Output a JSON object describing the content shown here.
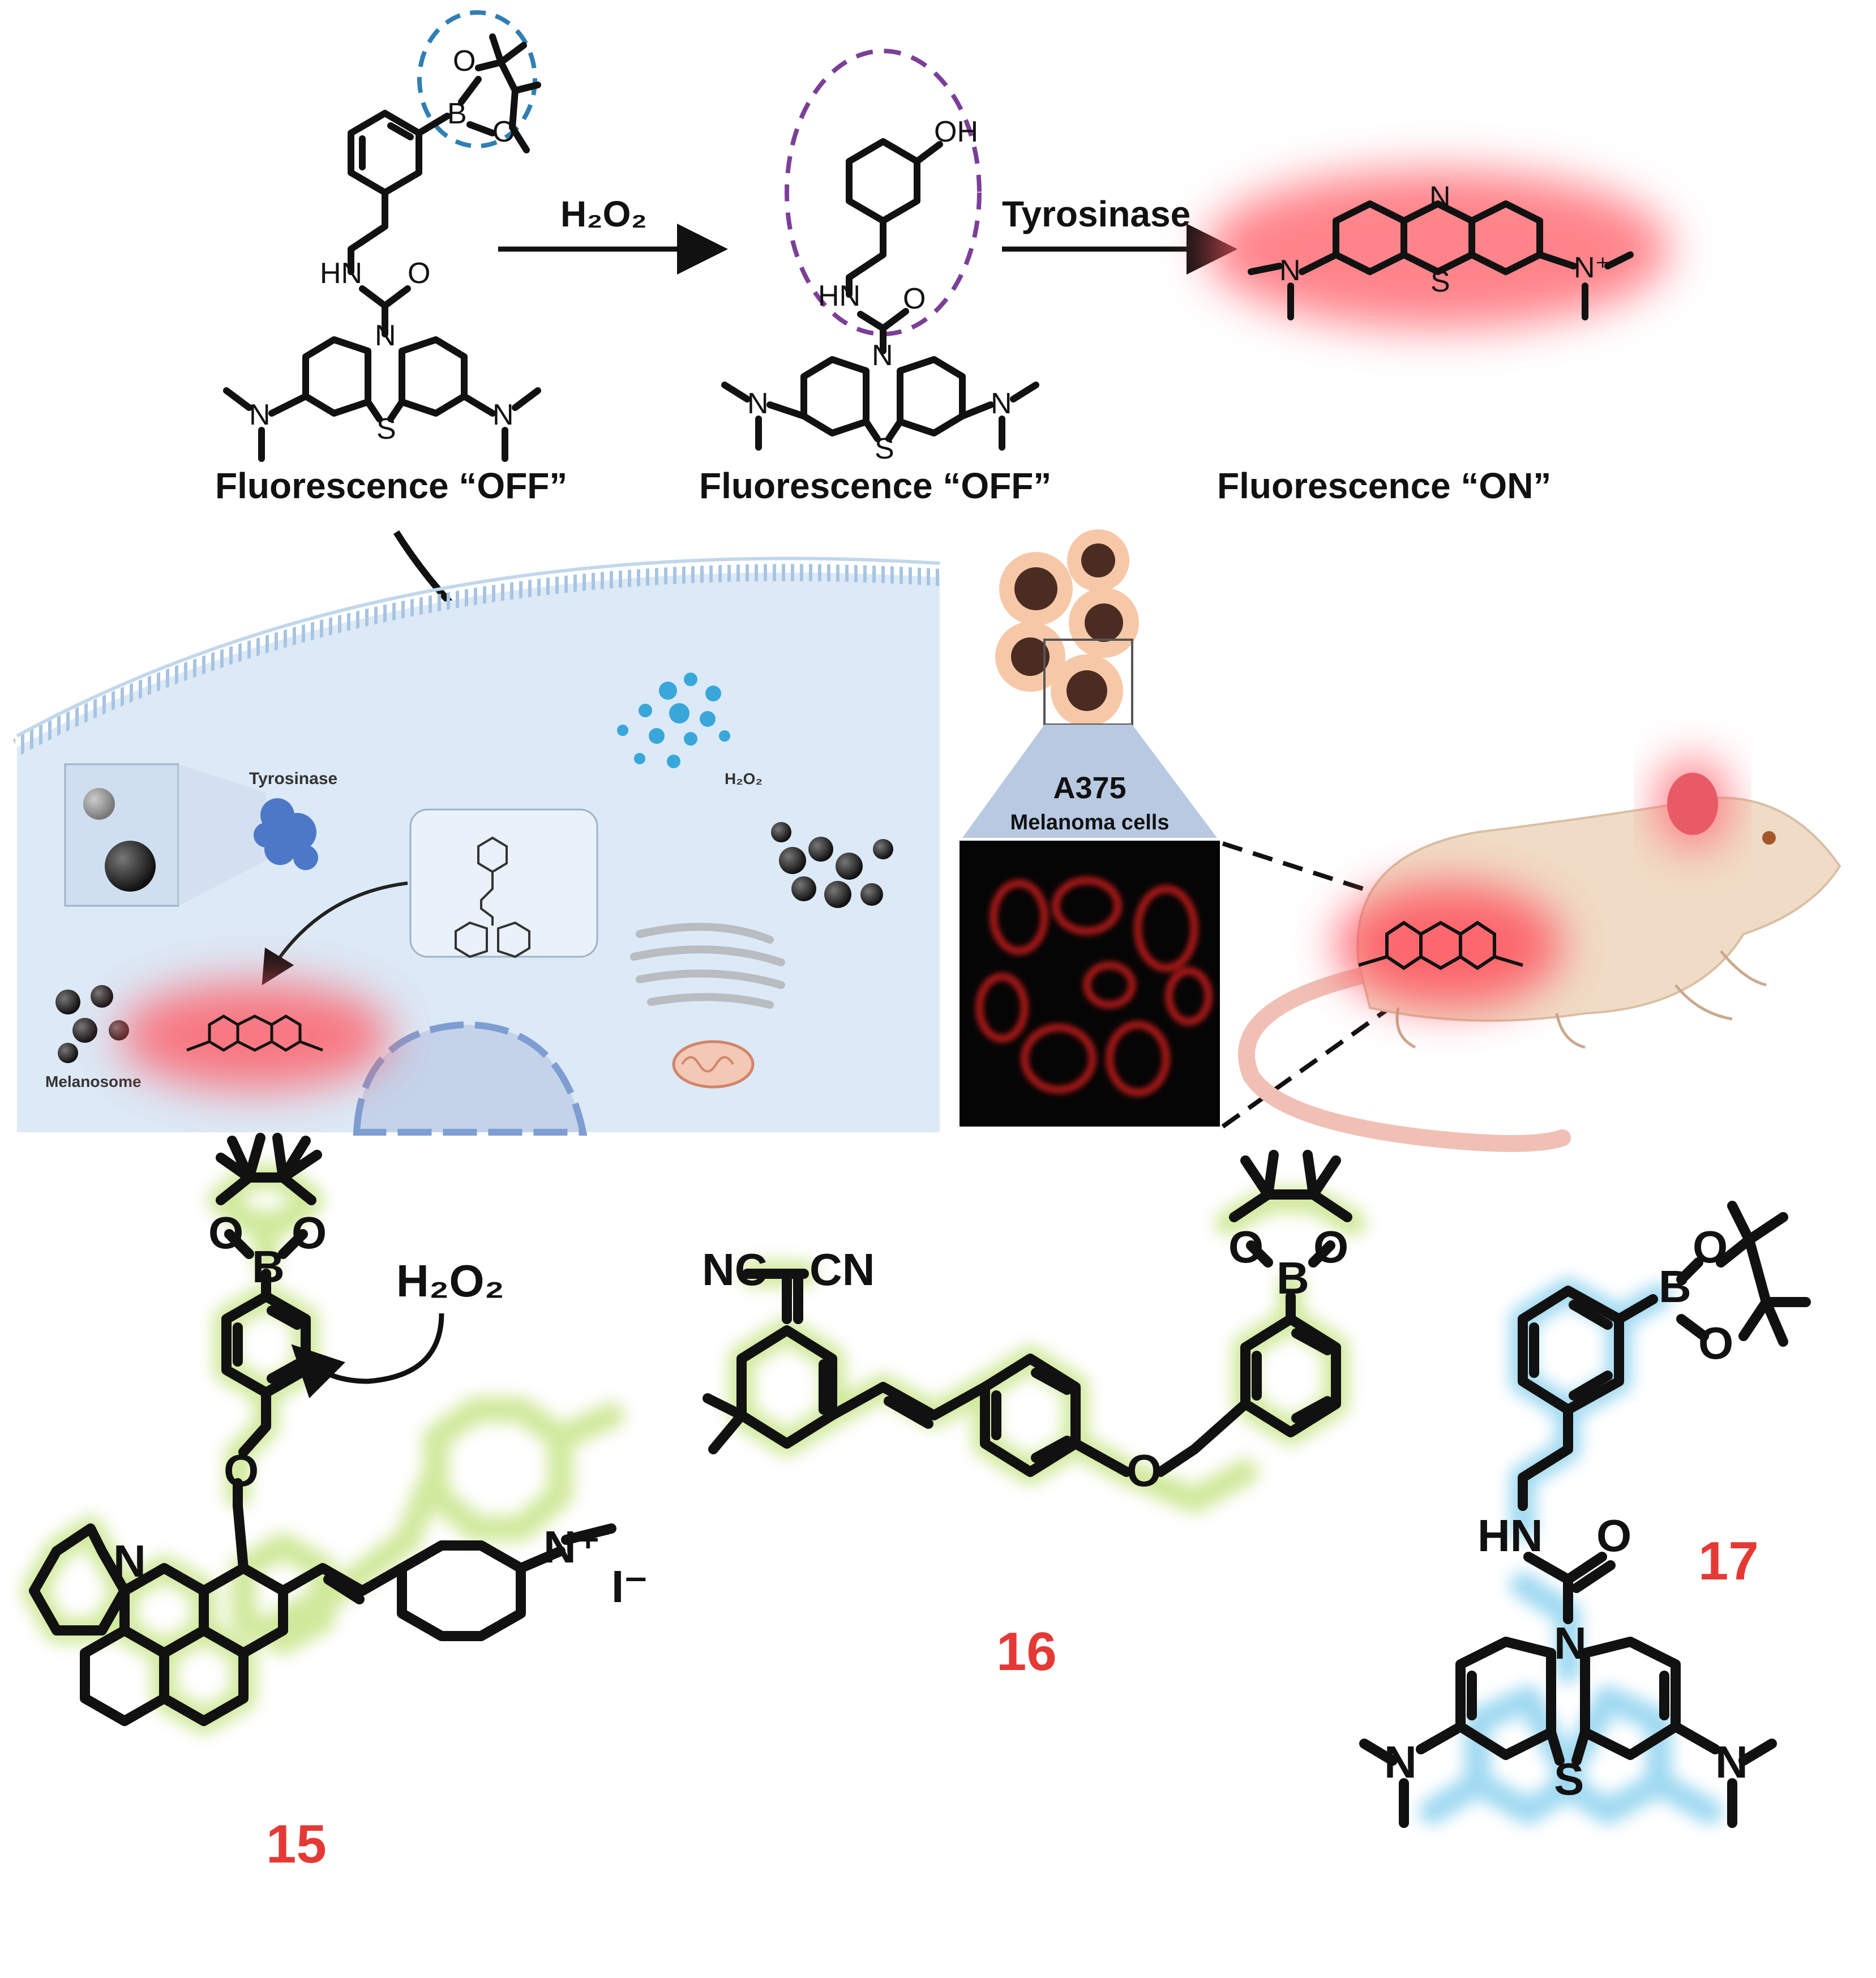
{
  "reaction": {
    "reagent1": "H₂O₂",
    "reagent2": "Tyrosinase",
    "state1": "Fluorescence “OFF”",
    "state2": "Fluorescence “OFF”",
    "state3": "Fluorescence “ON”"
  },
  "cell": {
    "tyrosinase_label": "Tyrosinase",
    "h2o2_label": "H₂O₂",
    "melanosome_label": "Melanosome"
  },
  "microscopy": {
    "title": "A375",
    "subtitle": "Melanoma cells"
  },
  "compounds": {
    "c15": "15",
    "c16": "16",
    "c17": "17",
    "h2o2": "H₂O₂",
    "iodide": "I⁻"
  },
  "colors": {
    "glow_green": "#c8e58a",
    "glow_blue": "#8fd3ef",
    "glow_red": "#ff5a64",
    "label_red": "#e53935",
    "cell_bg": "#dce9f6",
    "mouse_body": "#f0dcc6"
  }
}
